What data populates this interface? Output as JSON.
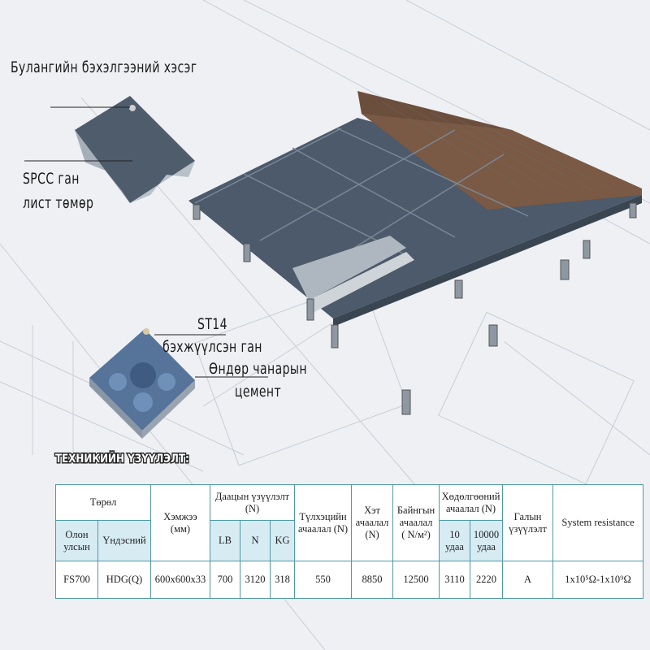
{
  "callouts": {
    "corner_part": "Булангийн бэхэлгээний хэсэг",
    "spcc": "SPCC ган лист төмөр",
    "st14": "ST14 бэхжүүлсэн ган",
    "cement": "Өндөр чанарын цемент"
  },
  "section_title": "ТЕХНИКИЙН ҮЗҮҮЛЭЛТ:",
  "table": {
    "headers": {
      "type": "Төрөл",
      "international": "Олон улсын",
      "national": "Үндэсний",
      "size": "Хэмжээ (мм)",
      "capacity": "Даацын үзүүлэлт (N)",
      "lb": "LB",
      "n": "N",
      "kg": "KG",
      "impact": "Түлхэцийн ачаалал (N)",
      "point": "Хэт ачаалал (N)",
      "uniform": "Байнгын ачаалал",
      "uniform_unit": "( N/м²)",
      "rolling": "Хөдөлгөөний ачаалал (N)",
      "r10": "10 удаа",
      "r10000": "10000 удаа",
      "fire": "Галын үзүүлэлт",
      "resistance": "System resistance"
    },
    "row": {
      "international": "FS700",
      "national": "HDG(Q)",
      "size": "600x600x33",
      "lb": "700",
      "n": "3120",
      "kg": "318",
      "impact": "550",
      "point": "8850",
      "uniform": "12500",
      "r10": "3110",
      "r10000": "2220",
      "fire": "A",
      "resistance": "1x10⁵Ω-1x10⁹Ω"
    }
  }
}
